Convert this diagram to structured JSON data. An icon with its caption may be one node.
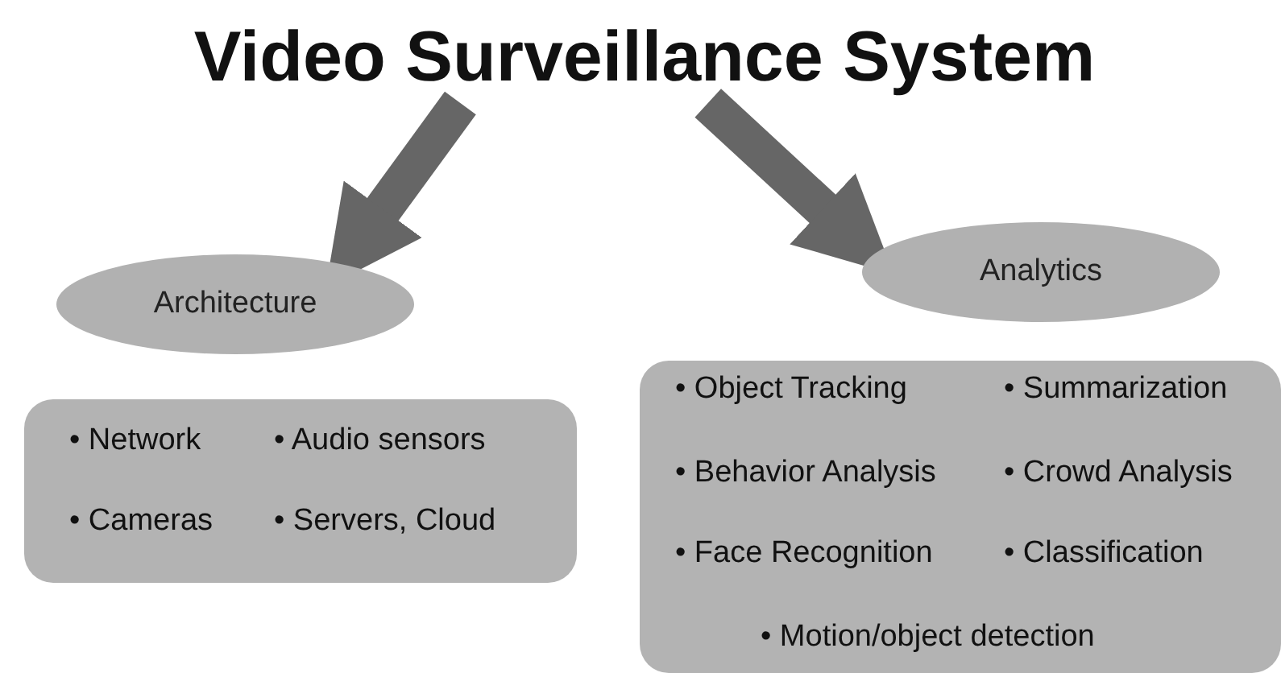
{
  "diagram": {
    "nodes": [
      {
        "text": [
          "Video Surveillance System"
        ]
      },
      {
        "text": [
          "Architecture"
        ]
      },
      {
        "text": [
          "Analytics"
        ]
      },
      {
        "text": [
          "• Network",
          "• Audio sensors",
          "• Cameras",
          "• Servers, Cloud"
        ]
      },
      {
        "text": [
          "• Object Tracking",
          "• Summarization",
          "• Behavior Analysis",
          "• Crowd Analysis",
          "• Face Recognition",
          "• Classification",
          "• Motion/object detection"
        ]
      }
    ],
    "edges": [
      {
        "from": 0,
        "to": 1,
        "arrow": "to"
      },
      {
        "from": 0,
        "to": 2,
        "arrow": "to"
      }
    ]
  }
}
